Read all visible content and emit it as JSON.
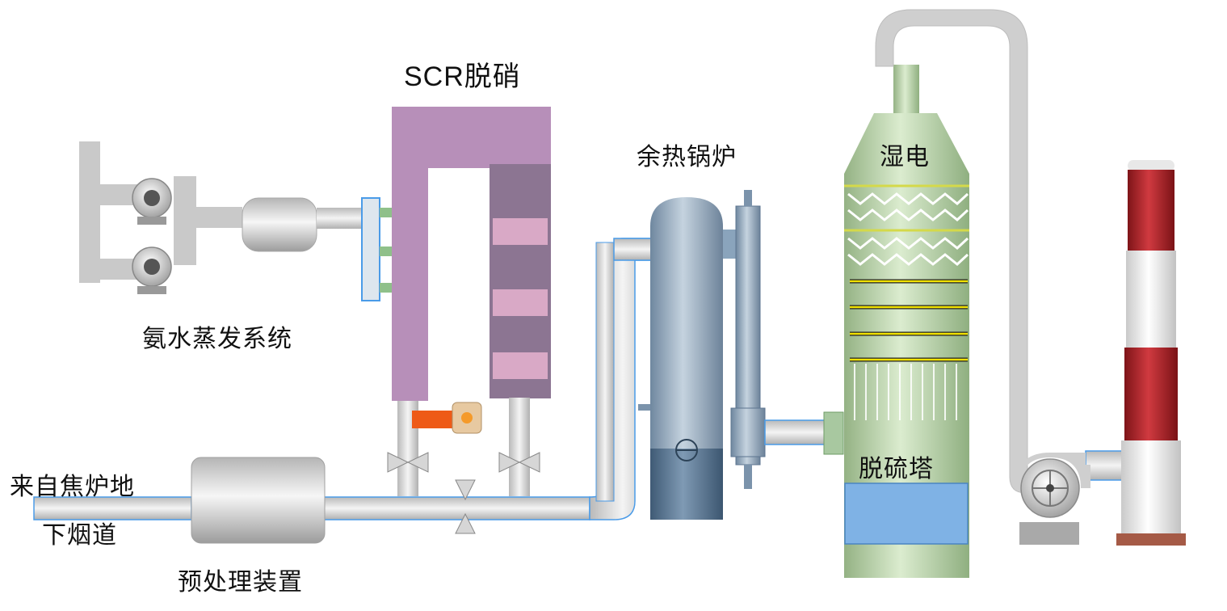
{
  "labels": {
    "scr": "SCR脱硝",
    "ammonia": "氨水蒸发系统",
    "boiler": "余热锅炉",
    "wesp": "湿电",
    "tower": "脱硫塔",
    "source_line1": "来自焦炉地",
    "source_line2": "下烟道",
    "pretreat": "预处理装置"
  },
  "colors": {
    "scr_reactor": "#b78fb9",
    "catalyst_block": "#d9a9c6",
    "boiler_body": "#8aa4bc",
    "tower_body": "#b7d2a9",
    "tower_tank": "#7fb2e5",
    "stack_red": "#b3242a",
    "pipe": "#d9d9d9",
    "pipe_outline": "#4a9be8"
  }
}
